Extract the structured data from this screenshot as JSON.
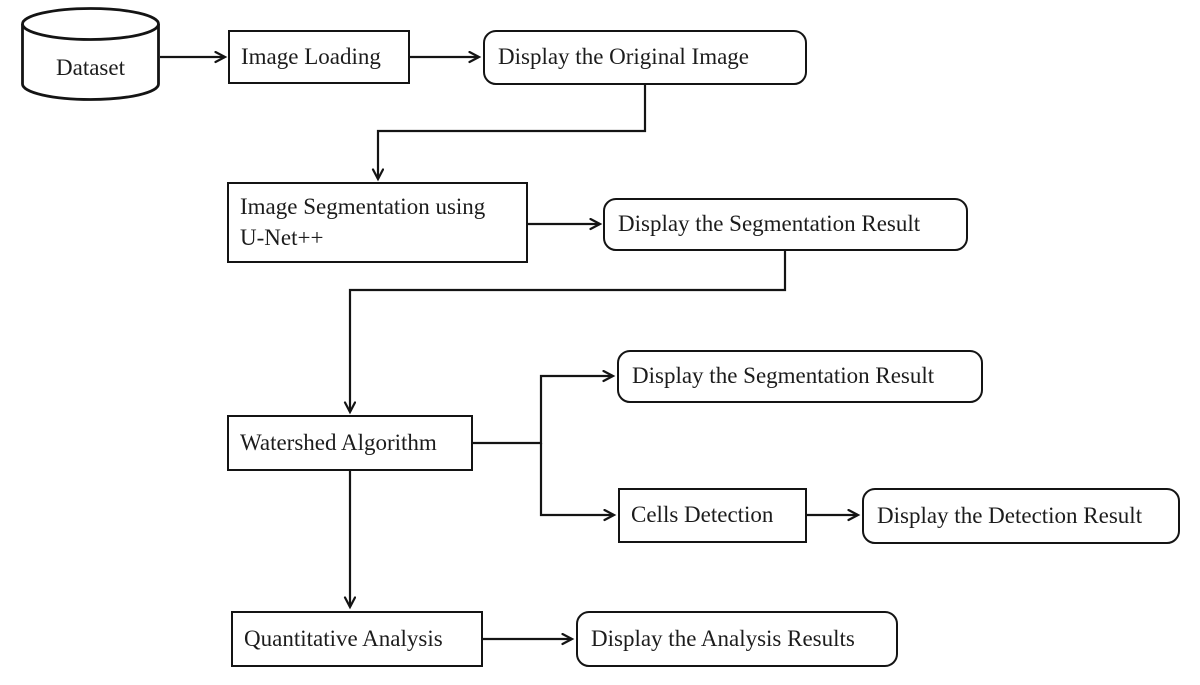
{
  "diagram": {
    "type": "flowchart",
    "colors": {
      "stroke": "#141414",
      "fill": "#ffffff",
      "text": "#1c1c1c"
    },
    "nodes": {
      "dataset": {
        "label": "Dataset",
        "shape": "cylinder"
      },
      "image_loading": {
        "label": "Image Loading",
        "shape": "rectangle"
      },
      "display_original": {
        "label": "Display the Original Image",
        "shape": "rounded"
      },
      "segmentation": {
        "label": "Image Segmentation using U-Net++",
        "shape": "rectangle"
      },
      "display_segmentation_1": {
        "label": "Display the Segmentation Result",
        "shape": "rounded"
      },
      "watershed": {
        "label": "Watershed Algorithm",
        "shape": "rectangle"
      },
      "display_segmentation_2": {
        "label": "Display the Segmentation Result",
        "shape": "rounded"
      },
      "cells_detection": {
        "label": "Cells Detection",
        "shape": "rectangle"
      },
      "display_detection": {
        "label": "Display the Detection Result",
        "shape": "rounded"
      },
      "quantitative_analysis": {
        "label": "Quantitative Analysis",
        "shape": "rectangle"
      },
      "display_analysis": {
        "label": "Display the Analysis Results",
        "shape": "rounded"
      }
    },
    "edges": [
      {
        "from": "dataset",
        "to": "image_loading"
      },
      {
        "from": "image_loading",
        "to": "display_original"
      },
      {
        "from": "display_original",
        "to": "segmentation"
      },
      {
        "from": "segmentation",
        "to": "display_segmentation_1"
      },
      {
        "from": "display_segmentation_1",
        "to": "watershed"
      },
      {
        "from": "watershed",
        "to": "display_segmentation_2"
      },
      {
        "from": "watershed",
        "to": "cells_detection"
      },
      {
        "from": "cells_detection",
        "to": "display_detection"
      },
      {
        "from": "watershed",
        "to": "quantitative_analysis"
      },
      {
        "from": "quantitative_analysis",
        "to": "display_analysis"
      }
    ]
  }
}
